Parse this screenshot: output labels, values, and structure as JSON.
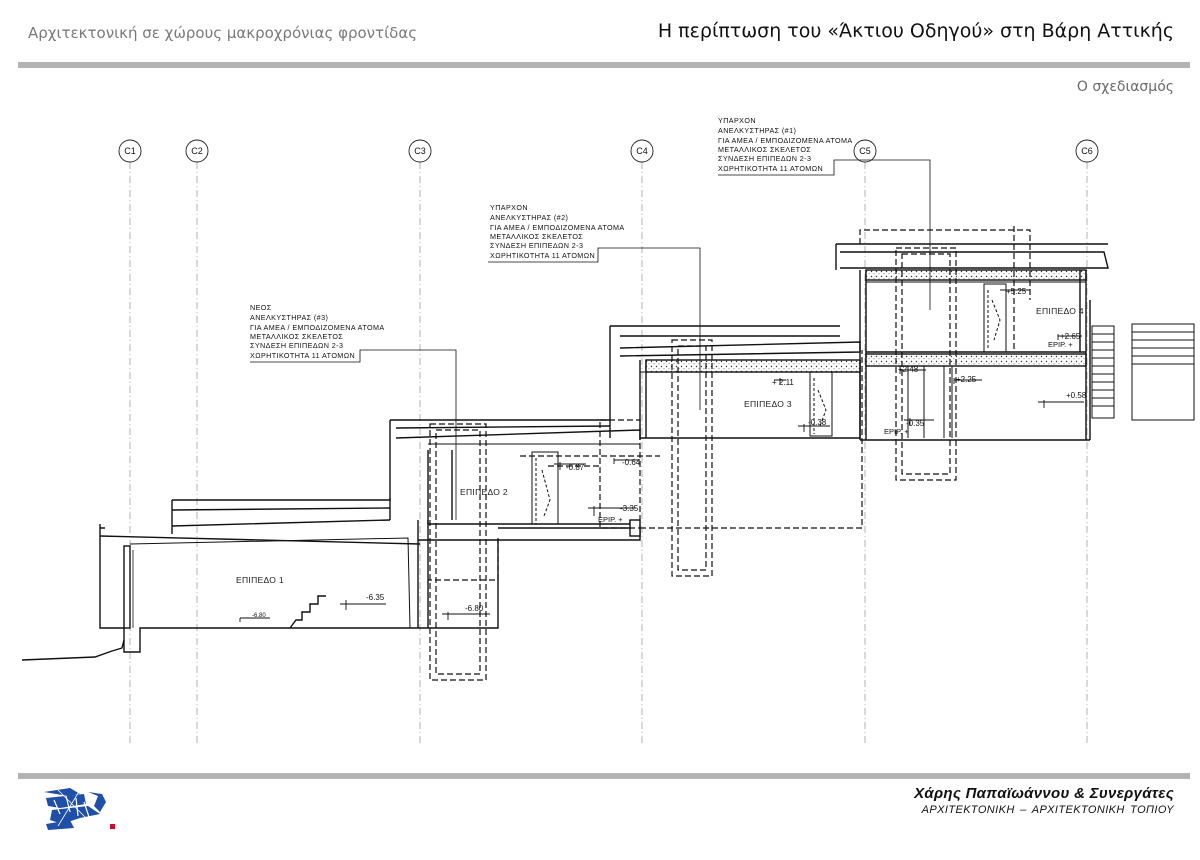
{
  "header": {
    "left_title": "Αρχιτεκτονική σε χώρους μακροχρόνιας φροντίδας",
    "right_title": "Η περίπτωση του «Άκτιου Οδηγού» στη Βάρη Αττικής",
    "subtitle": "Ο σχεδιασμός"
  },
  "axes": [
    "C1",
    "C2",
    "C3",
    "C4",
    "C5",
    "C6"
  ],
  "notes": {
    "elevator1": {
      "lines": [
        "ΥΠΑΡΧΟΝ",
        "ΑΝΕΛΚΥΣΤΗΡΑΣ (#1)",
        "ΓΙΑ ΑΜΕΑ / ΕΜΠΟΔΙΖΟΜΕΝΑ ΑΤΟΜΑ",
        "ΜΕΤΑΛΛΙΚΟΣ ΣΚΕΛΕΤΟΣ",
        "ΣΥΝΔΕΣΗ ΕΠΙΠΕΔΩΝ 2-3",
        "ΧΩΡΗΤΙΚΟΤΗΤΑ 11 ΑΤΟΜΩΝ"
      ]
    },
    "elevator2": {
      "lines": [
        "ΥΠΑΡΧΟΝ",
        "ΑΝΕΛΚΥΣΤΗΡΑΣ (#2)",
        "ΓΙΑ ΑΜΕΑ / ΕΜΠΟΔΙΖΟΜΕΝΑ ΑΤΟΜΑ",
        "ΜΕΤΑΛΛΙΚΟΣ ΣΚΕΛΕΤΟΣ",
        "ΣΥΝΔΕΣΗ ΕΠΙΠΕΔΩΝ 2-3",
        "ΧΩΡΗΤΙΚΟΤΗΤΑ 11 ΑΤΟΜΩΝ"
      ]
    },
    "elevator3": {
      "lines": [
        "ΝΕΟΣ",
        "ΑΝΕΛΚΥΣΤΗΡΑΣ (#3)",
        "ΓΙΑ ΑΜΕΑ / ΕΜΠΟΔΙΖΟΜΕΝΑ ΑΤΟΜΑ",
        "ΜΕΤΑΛΛΙΚΟΣ ΣΚΕΛΕΤΟΣ",
        "ΣΥΝΔΕΣΗ ΕΠΙΠΕΔΩΝ 2-3",
        "ΧΩΡΗΤΙΚΟΤΗΤΑ 11 ΑΤΟΜΩΝ"
      ]
    }
  },
  "levels": {
    "level1": "ΕΠΙΠΕΔΟ 1",
    "level2": "ΕΠΙΠΕΔΟ 2",
    "level3": "ΕΠΙΠΕΔΟ 3",
    "level4": "ΕΠΙΠΕΔΟ 4"
  },
  "elevations": {
    "e1": "-6.35",
    "e2": "-6.80",
    "e3": "-6.80",
    "e4": "-3.35",
    "e5": "-0.87",
    "e6": "-0.64",
    "e7": "+ 2.11",
    "e8": "-0.38",
    "e9": "-0.35",
    "e10": "+2.48",
    "e11": "+2.25",
    "e12": "+0.58",
    "e13": "+5.25",
    "e14": "+2.65"
  },
  "epip_labels": {
    "p1": "EPIP. +",
    "p2": "EPIP. +",
    "p3": "EPIP. +"
  },
  "footer": {
    "firm_name": "Χάρης Παπαϊωάννου  &  Συνεργάτες",
    "firm_sub": "ΑΡΧΙΤΕΚΤΟΝΙΚΗ   –   ΑΡΧΙΤΕΚΤΟΝΙΚΗ ΤΟΠΙΟΥ"
  },
  "colors": {
    "rule": "#b3b3b3",
    "line": "#111111",
    "axis": "#9a9a9a",
    "logo_blue": "#1f4fa8",
    "logo_red": "#c8102e"
  }
}
